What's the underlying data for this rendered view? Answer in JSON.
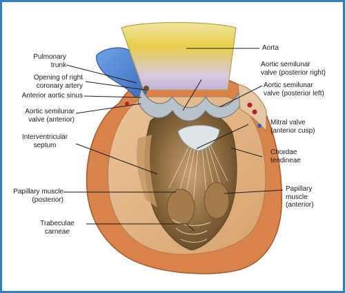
{
  "labels": {
    "aorta": "Aorta",
    "pulmonary_trunk": [
      "Pulmonary",
      "trunk"
    ],
    "opening_right_coronary": [
      "Opening of right",
      "coronary artery"
    ],
    "anterior_aortic_sinus": "Anterior aortic sinus",
    "aortic_valve_anterior": [
      "Aortic semilunar",
      "valve (anterior)"
    ],
    "aortic_valve_posterior_right": [
      "Aortic semilunar",
      "valve (posterior right)"
    ],
    "aortic_valve_posterior_left": [
      "Aortic semilunar",
      "valve (posterior left)"
    ],
    "mitral_valve": [
      "Mitral valve",
      "(anterior cusp)"
    ],
    "chordae_tendineae": [
      "Chordae",
      "tendineae"
    ],
    "interventricular_septum": [
      "Interventricular",
      "septum"
    ],
    "papillary_posterior": [
      "Papillary muscle",
      "(posterior)"
    ],
    "papillary_anterior": [
      "Papillary",
      "muscle",
      "(anterior)"
    ],
    "trabeculae_carneae": [
      "Trabeculae",
      "carneae"
    ]
  },
  "colors": {
    "frame": "#2f7ec6",
    "aorta": "#e8cf4a",
    "pulmonary_trunk": "#4f86d4",
    "myocardium_outer": "#d9824a",
    "myocardium_inner": "#e8c59a",
    "ventricle_cavity": "#8a6a3e",
    "valve": "#b9c2c8"
  }
}
